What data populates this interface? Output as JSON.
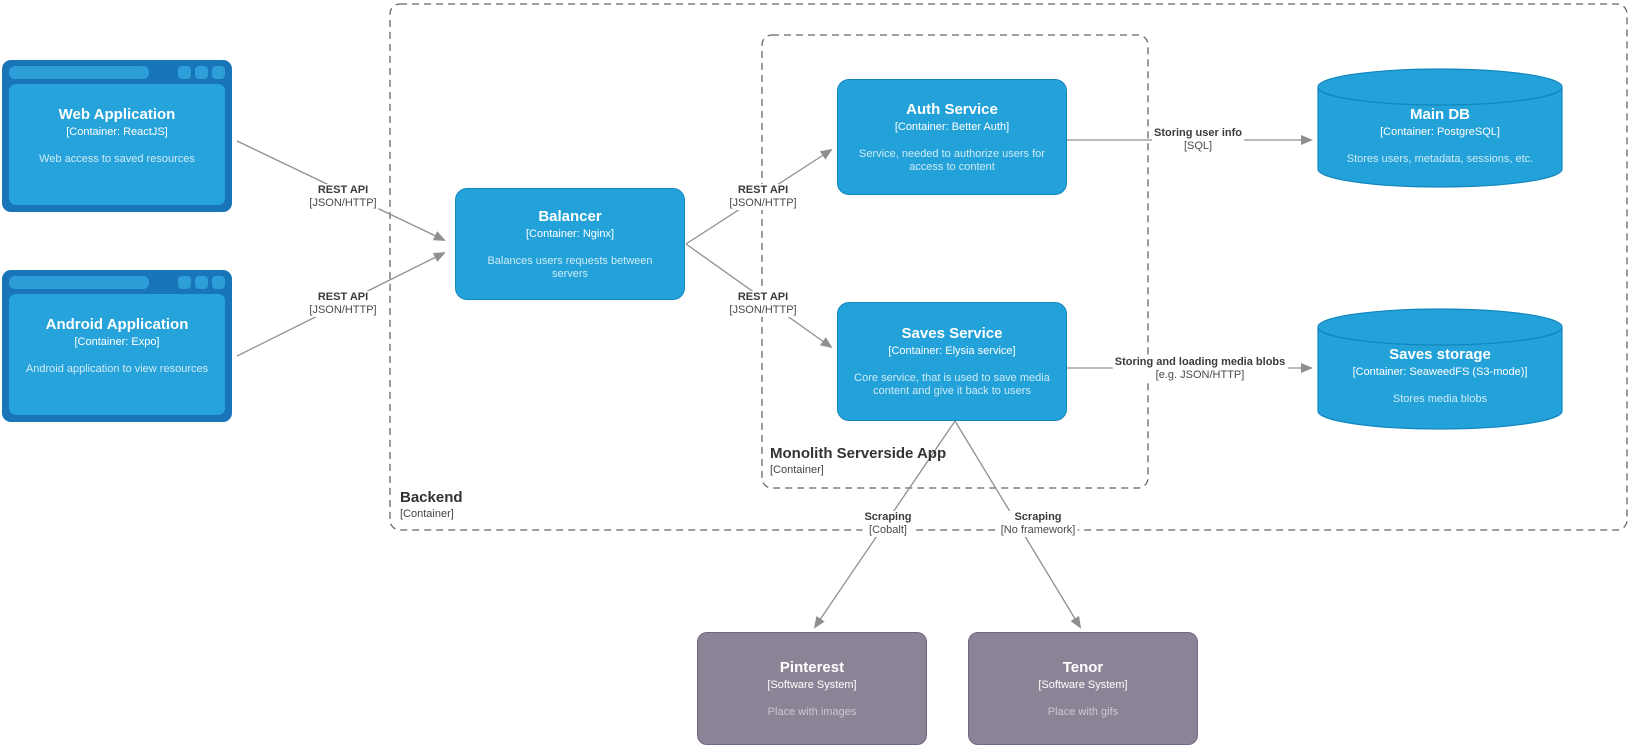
{
  "diagram": {
    "type": "C4 container diagram",
    "colors": {
      "container_blue": "#23A2D9",
      "container_blue_border": "#1287BE",
      "browser_frame_blue": "#1876B8",
      "browser_chrome_light": "#2E9ED8",
      "external_system_gray": "#8C8496",
      "external_system_gray_border": "#736782",
      "edge_line_gray": "#8F8F8F",
      "boundary_dash_gray": "#666666",
      "label_text": "#3B3B3B"
    }
  },
  "boundaries": {
    "backend": {
      "label": "Backend",
      "meta": "[Container]"
    },
    "monolith": {
      "label": "Monolith Serverside App",
      "meta": "[Container]"
    }
  },
  "nodes": {
    "web_app": {
      "title": "Web Application",
      "meta": "[Container: ReactJS]",
      "desc": "Web access to saved resources"
    },
    "android_app": {
      "title": "Android Application",
      "meta": "[Container: Expo]",
      "desc": "Android application to view resources"
    },
    "balancer": {
      "title": "Balancer",
      "meta": "[Container: Nginx]",
      "desc": "Balances users requests between servers"
    },
    "auth_service": {
      "title": "Auth Service",
      "meta": "[Container: Better Auth]",
      "desc": "Service, needed to authorize users for access to content"
    },
    "saves_service": {
      "title": "Saves Service",
      "meta": "[Container: Elysia service]",
      "desc": "Core service, that is used to save media content and give it back to users"
    },
    "main_db": {
      "title": "Main DB",
      "meta": "[Container: PostgreSQL]",
      "desc": "Stores users, metadata, sessions, etc."
    },
    "saves_storage": {
      "title": "Saves storage",
      "meta": "[Container: SeaweedFS (S3-mode)]",
      "desc": "Stores media blobs"
    },
    "pinterest": {
      "title": "Pinterest",
      "meta": "[Software System]",
      "desc": "Place with images"
    },
    "tenor": {
      "title": "Tenor",
      "meta": "[Software System]",
      "desc": "Place with gifs"
    }
  },
  "edges": {
    "web_to_balancer": {
      "label": "REST API",
      "meta": "[JSON/HTTP]"
    },
    "android_to_balancer": {
      "label": "REST API",
      "meta": "[JSON/HTTP]"
    },
    "balancer_to_auth": {
      "label": "REST API",
      "meta": "[JSON/HTTP]"
    },
    "balancer_to_saves": {
      "label": "REST API",
      "meta": "[JSON/HTTP]"
    },
    "auth_to_maindb": {
      "label": "Storing user info",
      "meta": "[SQL]"
    },
    "saves_to_storage": {
      "label": "Storing and loading media blobs",
      "meta": "[e.g. JSON/HTTP]"
    },
    "saves_to_pinterest": {
      "label": "Scraping",
      "meta": "[Cobalt]"
    },
    "saves_to_tenor": {
      "label": "Scraping",
      "meta": "[No framework]"
    }
  }
}
